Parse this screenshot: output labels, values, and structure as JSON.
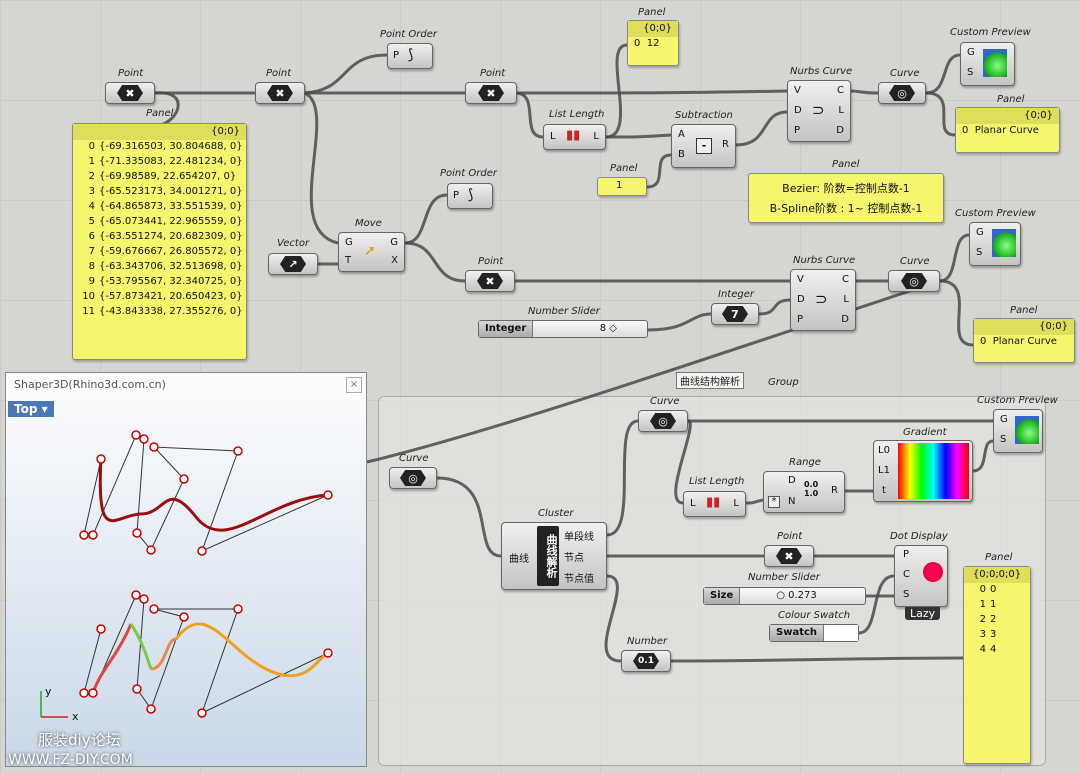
{
  "labels": {
    "point": "Point",
    "panel": "Panel",
    "point_order": "Point Order",
    "list_length": "List Length",
    "subtraction": "Subtraction",
    "nurbs_curve": "Nurbs Curve",
    "curve": "Curve",
    "custom_preview": "Custom Preview",
    "vector": "Vector",
    "move": "Move",
    "number_slider": "Number Slider",
    "integer": "Integer",
    "cluster": "Cluster",
    "range": "Range",
    "gradient": "Gradient",
    "dot_display": "Dot Display",
    "colour_swatch": "Colour Swatch",
    "number": "Number",
    "group": "Group"
  },
  "ports": {
    "P": "P",
    "L": "L",
    "A": "A",
    "B": "B",
    "R": "R",
    "V": "V",
    "D": "D",
    "C": "C",
    "G": "G",
    "S": "S",
    "T": "T",
    "X": "X",
    "N": "N",
    "t": "t",
    "L0": "L0",
    "L1": "L1",
    "minus": "-"
  },
  "panel_count": {
    "header": "{0;0}",
    "rows": [
      {
        "i": "0",
        "v": "12"
      }
    ]
  },
  "panel_one": {
    "value": "1"
  },
  "panel_points": {
    "header": "{0;0}",
    "rows": [
      {
        "i": "0",
        "v": "{-69.316503, 30.804688, 0}"
      },
      {
        "i": "1",
        "v": "{-71.335083, 22.481234, 0}"
      },
      {
        "i": "2",
        "v": "{-69.98589, 22.654207, 0}"
      },
      {
        "i": "3",
        "v": "{-65.523173, 34.001271, 0}"
      },
      {
        "i": "4",
        "v": "{-64.865873, 33.551539, 0}"
      },
      {
        "i": "5",
        "v": "{-65.073441, 22.965559, 0}"
      },
      {
        "i": "6",
        "v": "{-63.551274, 20.682309, 0}"
      },
      {
        "i": "7",
        "v": "{-59.676667, 26.805572, 0}"
      },
      {
        "i": "8",
        "v": "{-63.343706, 32.513698, 0}"
      },
      {
        "i": "9",
        "v": "{-53.795567, 32.340725, 0}"
      },
      {
        "i": "10",
        "v": "{-57.873421, 20.650423, 0}"
      },
      {
        "i": "11",
        "v": "{-43.843338, 27.355276, 0}"
      }
    ]
  },
  "panel_planar1": {
    "header": "{0;0}",
    "rows": [
      {
        "i": "0",
        "v": "Planar Curve"
      }
    ]
  },
  "panel_planar2": {
    "header": "{0;0}",
    "rows": [
      {
        "i": "0",
        "v": "Planar Curve"
      }
    ]
  },
  "panel_note": {
    "line1": "Bezier:   阶数=控制点数-1",
    "line2": "B-Spline阶数 :  1~ 控制点数-1"
  },
  "slider_integer": {
    "name": "Integer",
    "value": "8 ◇"
  },
  "integer_value": "7",
  "slider_size": {
    "name": "Size",
    "value": "0.273"
  },
  "swatch": {
    "name": "Swatch",
    "color": "#ffffff"
  },
  "number_value": "0.1",
  "range_value": "0.0\n1.0",
  "dot_lazy": "Lazy",
  "group_name": "曲线结构解析",
  "cluster": {
    "input": "曲线",
    "title": "曲线解析",
    "outputs": [
      "单段线",
      "节点",
      "节点值"
    ]
  },
  "panel_knots": {
    "header": "{0;0;0;0}",
    "rows": [
      {
        "i": "0",
        "v": "0"
      },
      {
        "i": "1",
        "v": "1"
      },
      {
        "i": "2",
        "v": "2"
      },
      {
        "i": "3",
        "v": "3"
      },
      {
        "i": "4",
        "v": "4"
      }
    ]
  },
  "viewport": {
    "title": "Shaper3D(Rhino3d.com.cn)",
    "view": "Top",
    "close": "×",
    "axis_x": "x",
    "axis_y": "y"
  },
  "watermark": {
    "line1": "服装diy论坛",
    "line2": "WWW.FZ-DIY.COM"
  }
}
